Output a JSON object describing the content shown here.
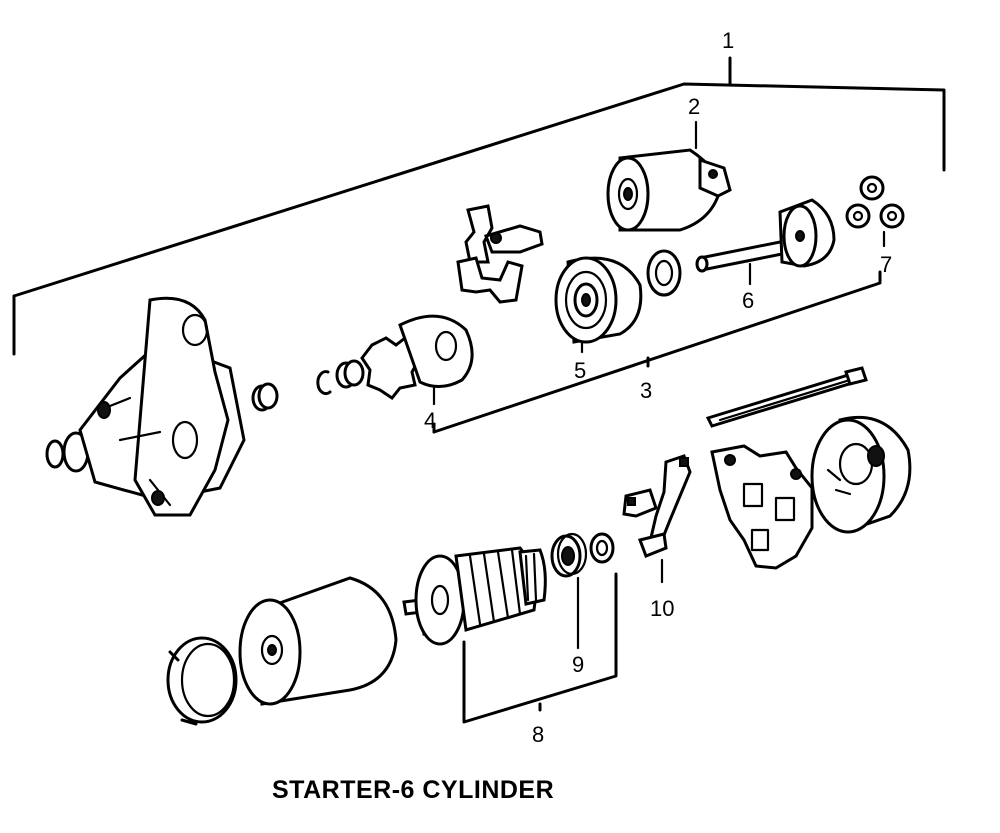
{
  "callouts": {
    "c1": "1",
    "c2": "2",
    "c3": "3",
    "c4": "4",
    "c5": "5",
    "c6": "6",
    "c7": "7",
    "c8": "8",
    "c9": "9",
    "c10": "10"
  },
  "caption": "STARTER-6 CYLINDER",
  "colors": {
    "ink": "#000000",
    "paper": "#ffffff"
  }
}
